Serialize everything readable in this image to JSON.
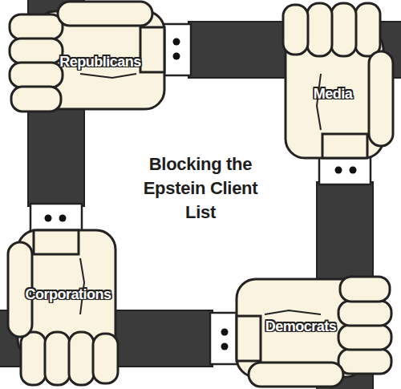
{
  "diagram": {
    "nodes": [
      {
        "text": [
          "Republicans"
        ]
      },
      {
        "text": [
          "Media"
        ]
      },
      {
        "text": [
          "Corporations"
        ]
      },
      {
        "text": [
          "Democrats"
        ]
      }
    ],
    "labels": [
      "Blocking the Epstein Client List"
    ]
  }
}
